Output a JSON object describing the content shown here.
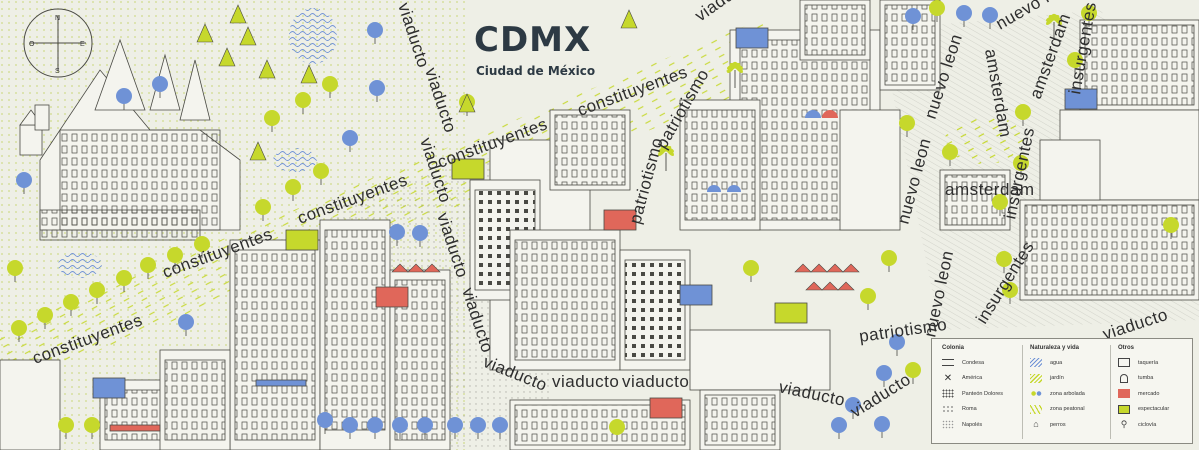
{
  "title": "CDMX",
  "subtitle": "Ciudad de México",
  "compass": {
    "n": "N",
    "e": "E",
    "s": "S",
    "o": "O"
  },
  "roads": {
    "constituyentes": "constituyentes",
    "viaducto": "viaducto",
    "patriotismo": "patriotismo",
    "nuevo_leon": "nuevo leon",
    "amsterdam": "amsterdam",
    "insurgentes": "insurgentes"
  },
  "legend": {
    "colonia_title": "Colonia",
    "naturaleza_title": "Naturaleza y vida",
    "otros_title": "Otros",
    "colonias": [
      "Condesa",
      "América",
      "Panteón Dolores",
      "Roma",
      "Napolés"
    ],
    "naturaleza": [
      "agua",
      "jardín",
      "zona arbolada",
      "zona peatonal",
      "perros"
    ],
    "otros": [
      "taquería",
      "tumba",
      "mercado",
      "espectacular",
      "ciclovía"
    ]
  },
  "colors": {
    "background": "#eeefe6",
    "line": "#4a4a44",
    "lime": "#c6d82c",
    "blue": "#6f92d6",
    "red": "#e0675a",
    "dots": "#b4c93c",
    "title": "#2d3a44"
  }
}
